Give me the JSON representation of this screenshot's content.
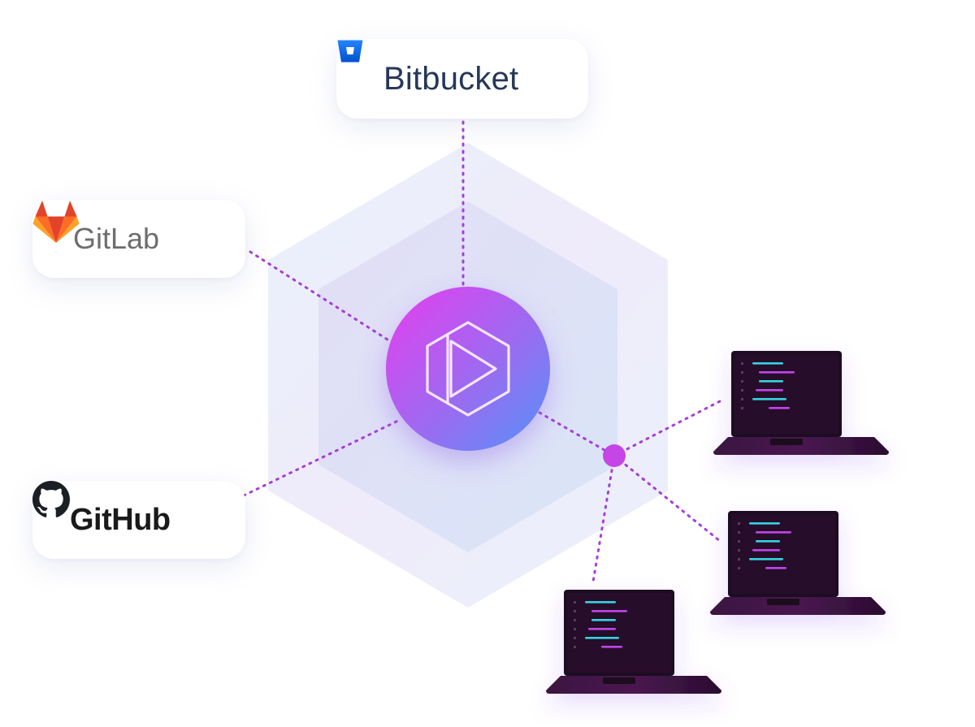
{
  "providers": {
    "bitbucket": {
      "label": "Bitbucket",
      "icon": "bitbucket-logo-icon",
      "color": "#2684FF"
    },
    "gitlab": {
      "label": "GitLab",
      "icon": "gitlab-fox-logo-icon",
      "color": "#FC6D26"
    },
    "github": {
      "label": "GitHub",
      "icon": "github-octocat-logo-icon",
      "color": "#1B1F23"
    }
  },
  "hub": {
    "icon": "play-hexagon-logo-icon",
    "gradient": [
      "#D946EF",
      "#5B8EF8"
    ]
  },
  "laptop_count": 3,
  "colors": {
    "connector": "#A43FD9",
    "junction": "#C545E6",
    "hex_outer": "#ECEEFB",
    "hex_inner": "#DCE0F6",
    "laptop_body": "#2A0E31",
    "laptop_screen": "#1A0B1E"
  }
}
